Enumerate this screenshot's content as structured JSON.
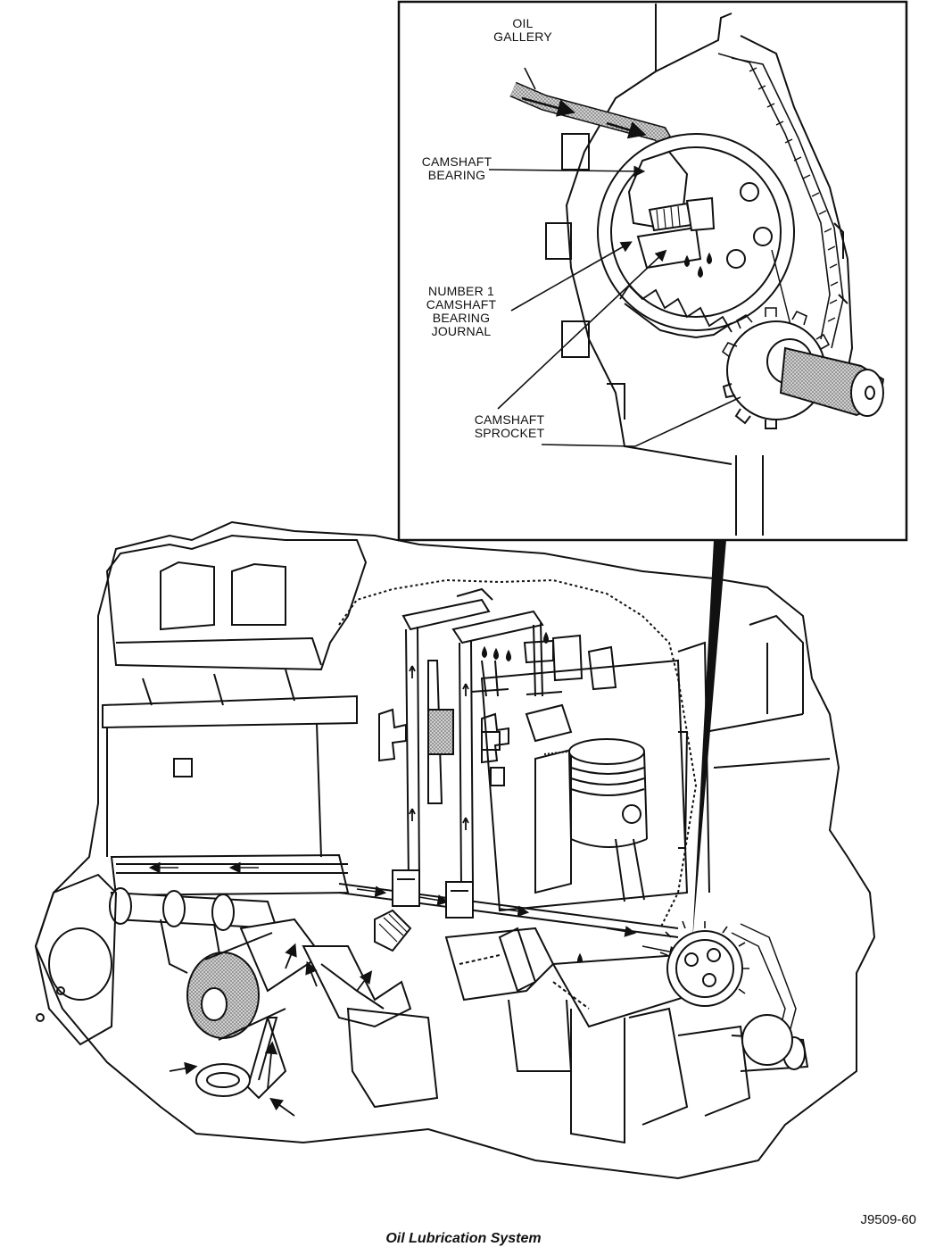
{
  "figure": {
    "reference_id": "J9509-60",
    "caption": "Oil Lubrication System",
    "inset_callouts": [
      {
        "id": "oil-gallery",
        "text": "OIL\nGALLERY"
      },
      {
        "id": "camshaft-bearing",
        "text": "CAMSHAFT\nBEARING"
      },
      {
        "id": "number-1-journal",
        "text": "NUMBER 1\nCAMSHAFT\nBEARING\nJOURNAL"
      },
      {
        "id": "camshaft-sprocket",
        "text": "CAMSHAFT\nSPROCKET"
      }
    ]
  },
  "colors": {
    "ink": "#111111",
    "paper": "#ffffff",
    "oil_shading": "#9a9a9a"
  }
}
